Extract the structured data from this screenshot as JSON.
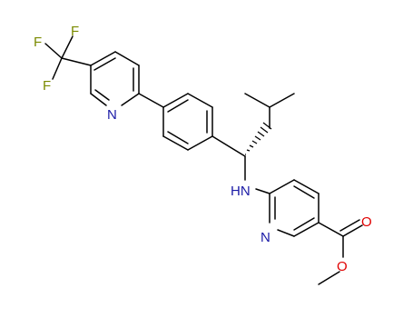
{
  "molecule": {
    "atom_labels": {
      "f1": "F",
      "f2": "F",
      "f3": "F",
      "n_pyridine_top": "N",
      "nh": "HN",
      "n_pyridine_bottom": "N",
      "o_carbonyl": "O",
      "o_ester": "O"
    },
    "colors": {
      "bond": "#000000",
      "fluorine": "#7a8a00",
      "nitrogen": "#1a1aa6",
      "oxygen": "#e00000"
    }
  }
}
